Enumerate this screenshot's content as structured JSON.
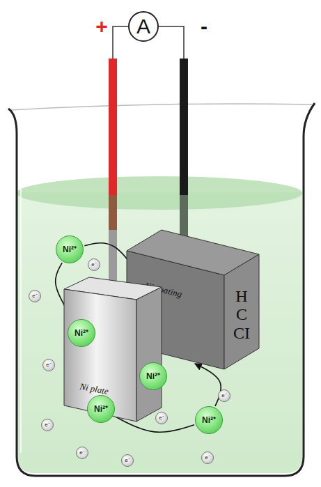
{
  "diagram": {
    "nodes": [
      {
        "text": [
          "A"
        ]
      },
      {
        "text": [
          "Ni²⁺"
        ]
      },
      {
        "text": [
          "Ni coating",
          "HCCI"
        ]
      },
      {
        "text": [
          "e⁻"
        ]
      },
      {
        "text": [
          "e⁻"
        ]
      },
      {
        "text": [
          "Ni plate"
        ]
      },
      {
        "text": [
          "Ni²⁺"
        ]
      },
      {
        "text": [
          "e⁻"
        ]
      },
      {
        "text": [
          "Ni²⁺"
        ]
      },
      {
        "text": [
          "e⁻"
        ]
      },
      {
        "text": [
          "Ni²⁺"
        ]
      },
      {
        "text": [
          "e⁻"
        ]
      },
      {
        "text": [
          "Ni²⁺"
        ]
      },
      {
        "text": [
          "e⁻"
        ]
      },
      {
        "text": [
          "e⁻"
        ]
      },
      {
        "text": [
          "e⁻"
        ]
      },
      {
        "text": [
          "e⁻"
        ]
      }
    ],
    "edges": [
      {
        "from": 5,
        "to": 1,
        "arrow": "none"
      },
      {
        "from": 1,
        "to": 2,
        "arrow": "to"
      },
      {
        "from": 10,
        "to": 12,
        "arrow": "none"
      },
      {
        "from": 12,
        "to": 2,
        "arrow": "to"
      }
    ],
    "labels": [
      "+",
      "-"
    ]
  }
}
